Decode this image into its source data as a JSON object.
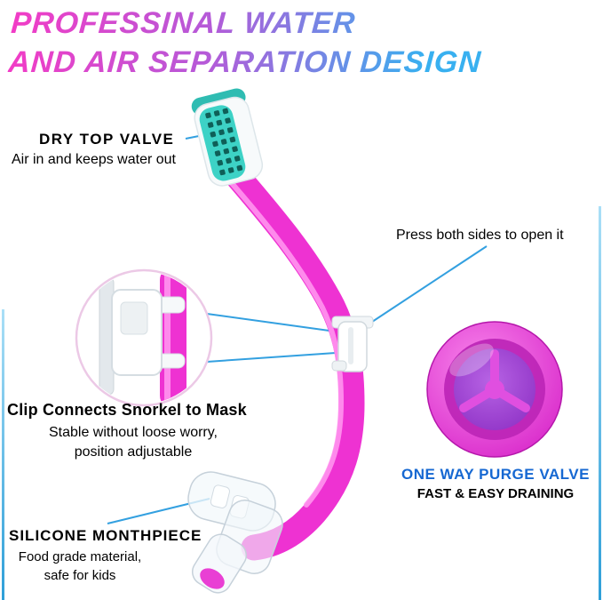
{
  "title": {
    "line1": "PROFESSINAL WATER",
    "line2": "AND AIR SEPARATION DESIGN"
  },
  "annotations": {
    "dry_top_valve": {
      "heading": "DRY TOP VALVE",
      "body": "Air in and keeps water out"
    },
    "clip_note": {
      "text": "Press both sides to open it"
    },
    "clip": {
      "heading": "Clip Connects Snorkel to Mask",
      "body_line1": "Stable without loose worry,",
      "body_line2": "position adjustable"
    },
    "purge_valve": {
      "heading": "ONE WAY PURGE VALVE",
      "body": "FAST & EASY DRAINING"
    },
    "mouthpiece": {
      "heading": "SILICONE MONTHPIECE",
      "body_line1": "Food grade material,",
      "body_line2": "safe for kids"
    }
  },
  "colors": {
    "heading_blue": "#1668d2",
    "leader_line_blue": "#33a0e0",
    "snorkel_pink": "#ee32d2",
    "snorkel_highlight": "#ff93ee",
    "valve_teal": "#3dd2c6",
    "purge_outer": "#d828ca",
    "purge_inner": "#9b3ed0",
    "title_gradient_start": "#f23cc6",
    "title_gradient_end": "#38b0f0",
    "edge_line_top": "#aadff7",
    "edge_line_bottom": "#2e9fd8"
  }
}
